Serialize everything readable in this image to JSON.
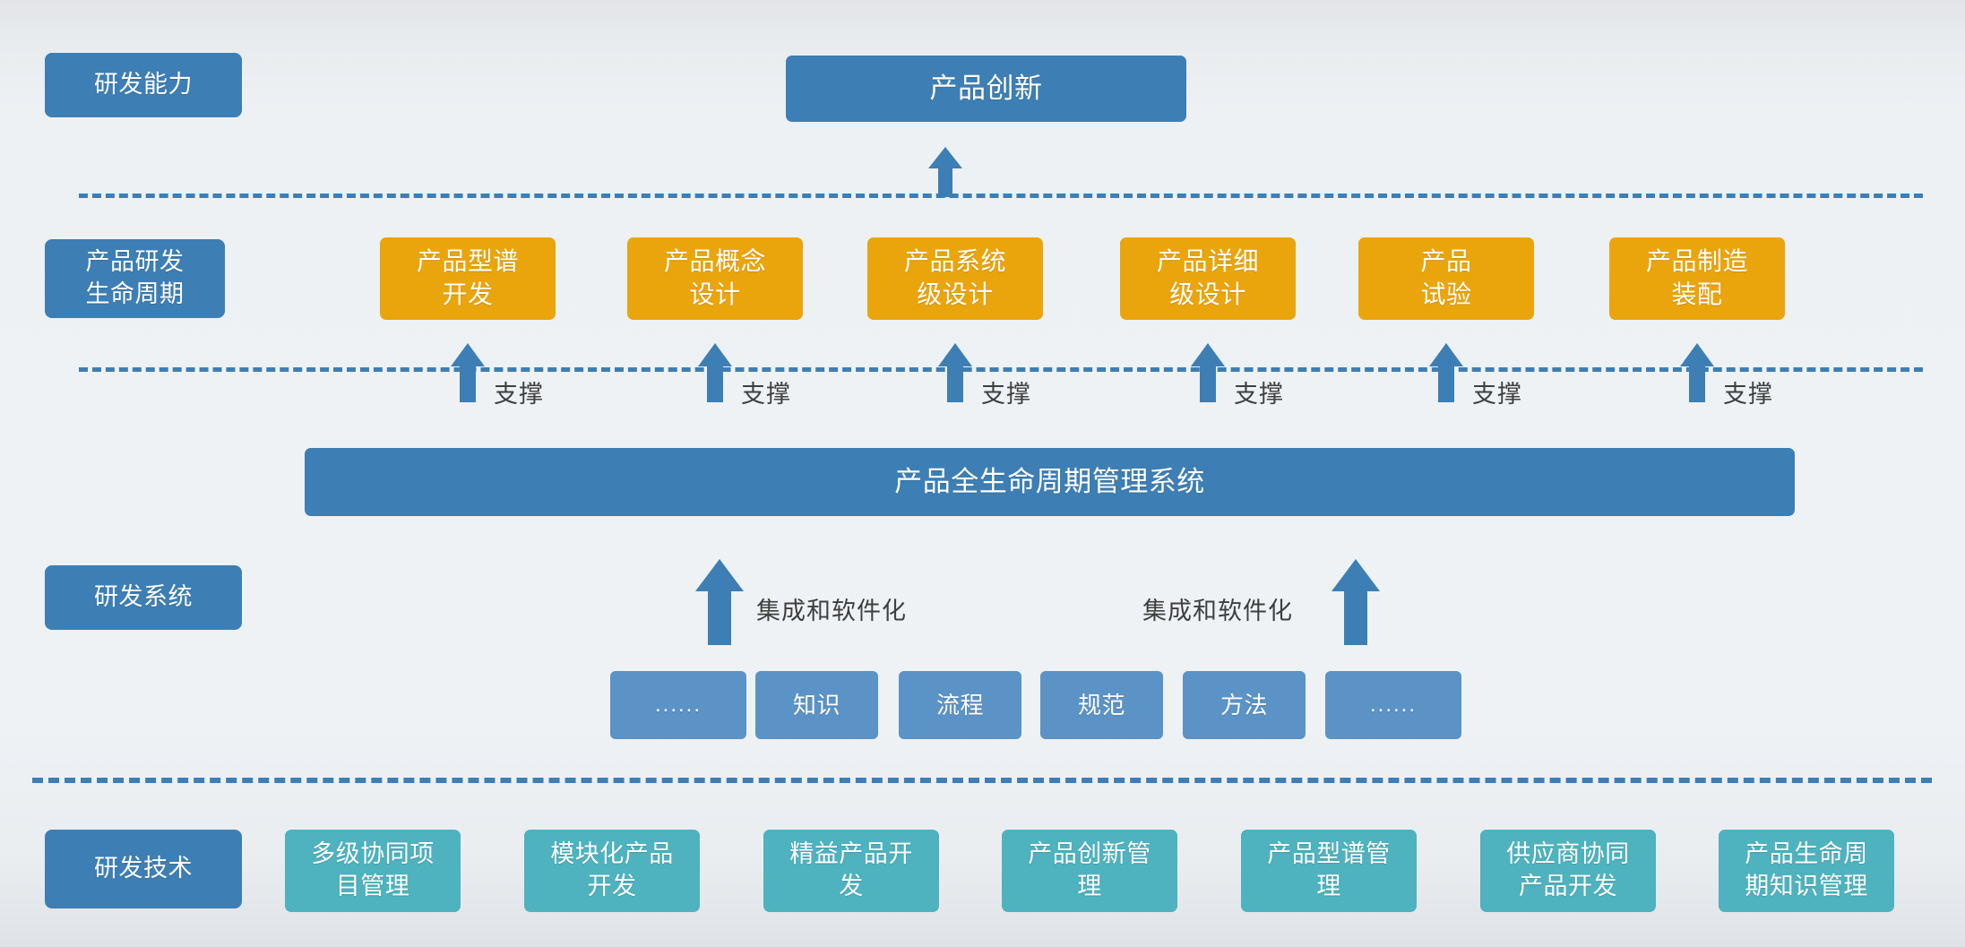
{
  "colors": {
    "blue": "#3d7fb4",
    "orange": "#eaa50d",
    "teal": "#4eb2bf",
    "soft_blue": "#5b93c6",
    "dashed_line": "#3d7fb4",
    "label_text": "#3f3f3f",
    "background_top": "#e2e4e7",
    "background_mid": "#edf1f4"
  },
  "row_labels": {
    "capability": "研发能力",
    "lifecycle": "产品研发\n生命周期",
    "system": "研发系统",
    "technology": "研发技术"
  },
  "top": {
    "product_innovation": "产品创新"
  },
  "lifecycle_stages": [
    {
      "label": "产品型谱\n开发"
    },
    {
      "label": "产品概念\n设计"
    },
    {
      "label": "产品系统\n级设计"
    },
    {
      "label": "产品详细\n级设计"
    },
    {
      "label": "产品\n试验"
    },
    {
      "label": "产品制造\n装配"
    }
  ],
  "support_label": "支撑",
  "support_count": 6,
  "plm": {
    "title": "产品全生命周期管理系统"
  },
  "integration": {
    "label_left": "集成和软件化",
    "label_right": "集成和软件化"
  },
  "foundation_chips": [
    {
      "label": "......"
    },
    {
      "label": "知识"
    },
    {
      "label": "流程"
    },
    {
      "label": "规范"
    },
    {
      "label": "方法"
    },
    {
      "label": "......"
    }
  ],
  "technologies": [
    {
      "label": "多级协同项\n目管理"
    },
    {
      "label": "模块化产品\n开发"
    },
    {
      "label": "精益产品开\n发"
    },
    {
      "label": "产品创新管\n理"
    },
    {
      "label": "产品型谱管\n理"
    },
    {
      "label": "供应商协同\n产品开发"
    },
    {
      "label": "产品生命周\n期知识管理"
    }
  ]
}
